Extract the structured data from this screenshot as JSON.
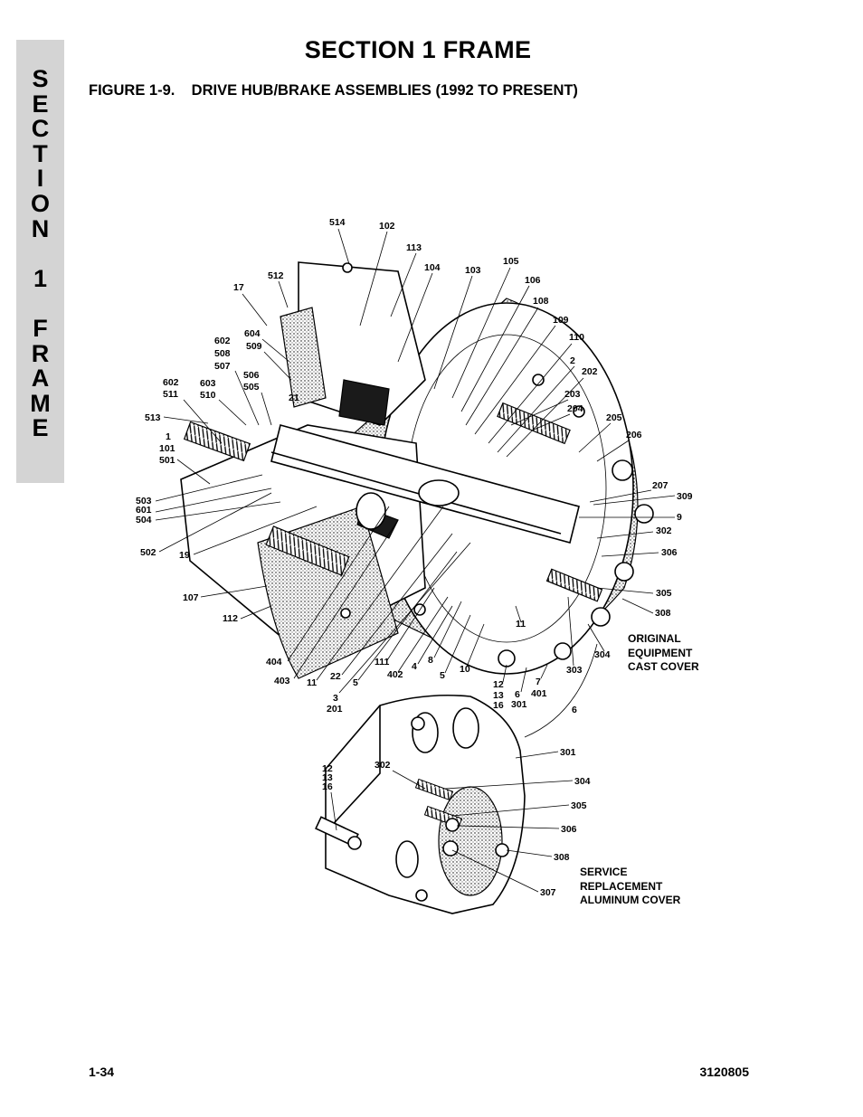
{
  "side_tab": {
    "letters": [
      "S",
      "E",
      "C",
      "T",
      "I",
      "O",
      "N",
      "",
      "1",
      "",
      "F",
      "R",
      "A",
      "M",
      "E"
    ]
  },
  "section_title": "SECTION 1  FRAME",
  "figure_caption": "FIGURE 1-9.    DRIVE HUB/BRAKE ASSEMBLIES (1992 TO PRESENT)",
  "callouts_top": [
    "514",
    "102",
    "113",
    "104",
    "103",
    "105",
    "106",
    "108",
    "109",
    "110",
    "2",
    "202",
    "203",
    "204",
    "205",
    "206",
    "207",
    "309",
    "9",
    "302",
    "306",
    "305",
    "308",
    "304",
    "303",
    "17",
    "512",
    "604",
    "509",
    "602",
    "508",
    "507",
    "506",
    "505",
    "603",
    "510",
    "602",
    "511",
    "21",
    "513",
    "1",
    "101",
    "501",
    "503",
    "601",
    "504",
    "502",
    "19",
    "107",
    "112",
    "404",
    "403",
    "11",
    "22",
    "5",
    "3",
    "201",
    "111",
    "402",
    "4",
    "8",
    "5",
    "10",
    "12",
    "13",
    "16",
    "6",
    "301",
    "7",
    "401",
    "11",
    "6"
  ],
  "note_original": [
    "ORIGINAL",
    "EQUIPMENT",
    "CAST COVER"
  ],
  "callouts_bottom": [
    "12",
    "13",
    "16",
    "302",
    "301",
    "304",
    "305",
    "306",
    "308",
    "307"
  ],
  "note_service": [
    "SERVICE",
    "REPLACEMENT",
    "ALUMINUM COVER"
  ],
  "footer": {
    "page": "1-34",
    "doc": "3120805"
  }
}
